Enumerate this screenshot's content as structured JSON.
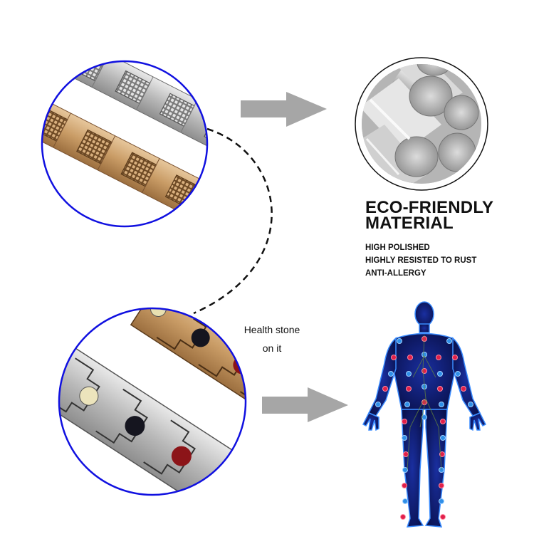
{
  "material": {
    "title_line1": "ECO-FRIENDLY",
    "title_line2": "MATERIAL",
    "features": [
      "HIGH POLISHED",
      "HIGHLY RESISTED TO RUST",
      "ANTI-ALLERGY"
    ]
  },
  "caption": {
    "line1": "Health stone",
    "line2": "on it"
  },
  "colors": {
    "circle_border": "#1010e0",
    "arrow": "#a6a6a6",
    "body_blue": "#0d1a6b",
    "magnet_red": "#e0204a",
    "magnet_blue": "#2f8fe8",
    "gold": "#c9a06c",
    "silver": "#bdbdbd"
  }
}
